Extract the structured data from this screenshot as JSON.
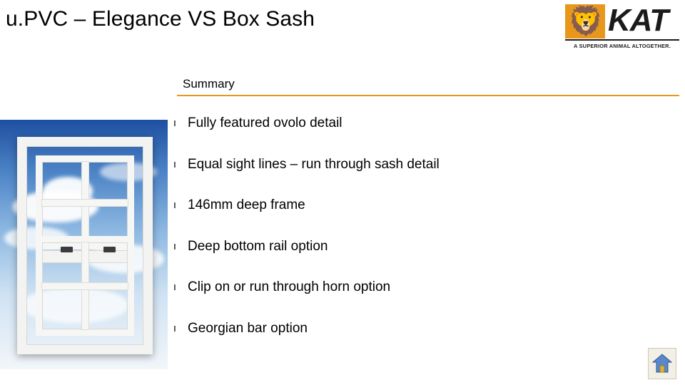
{
  "slide": {
    "title": "u.PVC – Elegance VS Box Sash",
    "section_heading": "Summary",
    "bullet_marker": "ı",
    "bullets": [
      "Fully featured ovolo detail",
      "Equal sight lines – run through sash detail",
      "146mm deep frame",
      "Deep bottom rail option",
      "Clip on or run through horn option",
      "Georgian bar option"
    ],
    "accent_color": "#E8971D"
  },
  "logo": {
    "brand": "KAT",
    "tagline": "A SUPERIOR ANIMAL ALTOGETHER.",
    "badge_icon": "lion-icon",
    "badge_color": "#E8971D"
  },
  "image": {
    "name": "sash-window-photo",
    "alt": "White uPVC box sash window with Georgian bars against a blue sky"
  },
  "controls": {
    "home_button_icon": "home-icon"
  }
}
